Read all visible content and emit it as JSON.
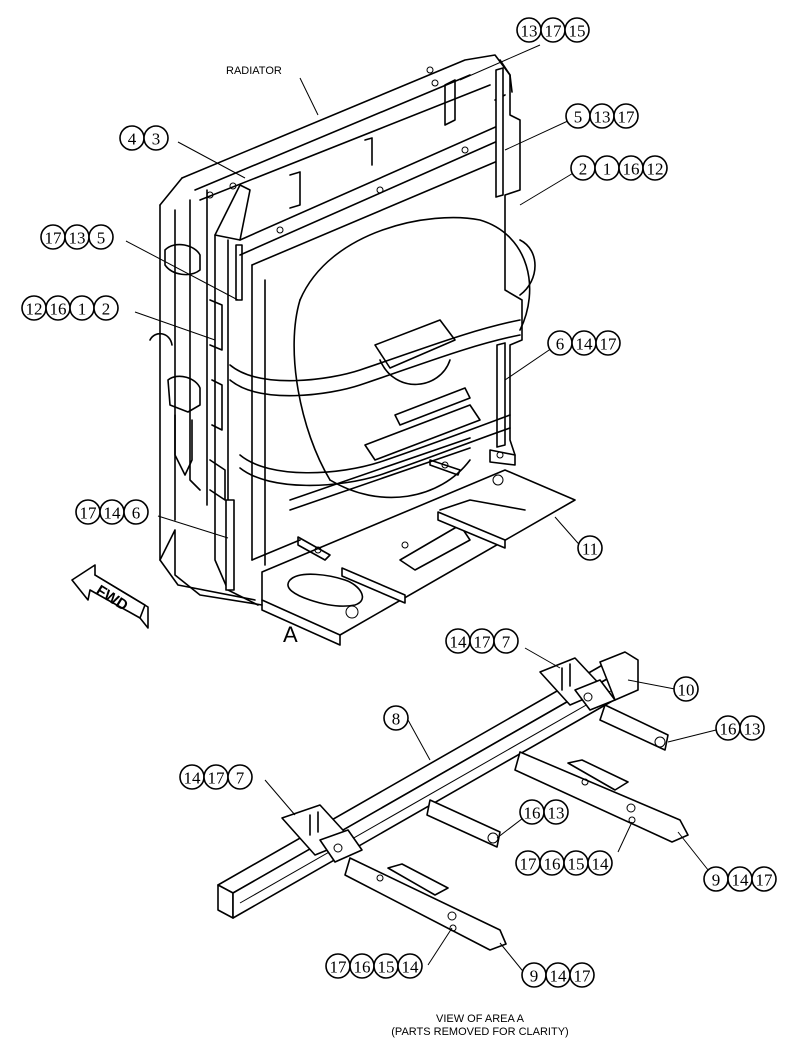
{
  "labels": {
    "radiator": "RADIATOR",
    "fwd": "FWD",
    "area": "A",
    "view_line1": "VIEW OF AREA A",
    "view_line2": "(PARTS REMOVED FOR CLARITY)"
  },
  "callouts": [
    {
      "id": "c1",
      "parts": [
        "13",
        "17",
        "15"
      ]
    },
    {
      "id": "c2",
      "parts": [
        "4",
        "3"
      ]
    },
    {
      "id": "c3",
      "parts": [
        "5",
        "13",
        "17"
      ]
    },
    {
      "id": "c4",
      "parts": [
        "2",
        "1",
        "16",
        "12"
      ]
    },
    {
      "id": "c5",
      "parts": [
        "17",
        "13",
        "5"
      ]
    },
    {
      "id": "c6",
      "parts": [
        "12",
        "16",
        "1",
        "2"
      ]
    },
    {
      "id": "c7",
      "parts": [
        "6",
        "14",
        "17"
      ]
    },
    {
      "id": "c8",
      "parts": [
        "17",
        "14",
        "6"
      ]
    },
    {
      "id": "c9",
      "parts": [
        "11"
      ]
    },
    {
      "id": "c10",
      "parts": [
        "14",
        "17",
        "7"
      ]
    },
    {
      "id": "c11",
      "parts": [
        "10"
      ]
    },
    {
      "id": "c12",
      "parts": [
        "8"
      ]
    },
    {
      "id": "c13",
      "parts": [
        "16",
        "13"
      ]
    },
    {
      "id": "c14",
      "parts": [
        "14",
        "17",
        "7"
      ]
    },
    {
      "id": "c15",
      "parts": [
        "16",
        "13"
      ]
    },
    {
      "id": "c16",
      "parts": [
        "17",
        "16",
        "15",
        "14"
      ]
    },
    {
      "id": "c17",
      "parts": [
        "9",
        "14",
        "17"
      ]
    },
    {
      "id": "c18",
      "parts": [
        "17",
        "16",
        "15",
        "14"
      ]
    },
    {
      "id": "c19",
      "parts": [
        "9",
        "14",
        "17"
      ]
    }
  ]
}
